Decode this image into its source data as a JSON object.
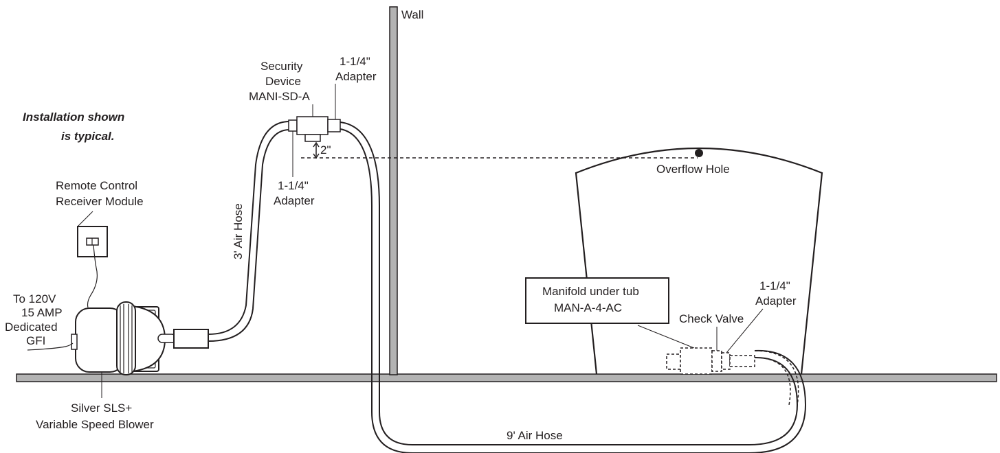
{
  "note": {
    "line1": "Installation shown",
    "line2": "is typical."
  },
  "labels": {
    "wall": "Wall",
    "security_device": [
      "Security",
      "Device",
      "MANI-SD-A"
    ],
    "adapter_top": [
      "1-1/4\"",
      "Adapter"
    ],
    "adapter_lower": [
      "1-1/4\"",
      "Adapter"
    ],
    "adapter_right": [
      "1-1/4\"",
      "Adapter"
    ],
    "gap": "2\"",
    "overflow_hole": "Overflow Hole",
    "remote_control": [
      "Remote Control",
      "Receiver Module"
    ],
    "air_hose_3ft": "3' Air Hose",
    "air_hose_9ft": "9' Air Hose",
    "power": [
      "To 120V",
      "15 AMP",
      "Dedicated",
      "GFI"
    ],
    "blower": [
      "Silver SLS+",
      "Variable Speed Blower"
    ],
    "manifold": [
      "Manifold under tub",
      "MAN-A-4-AC"
    ],
    "check_valve": "Check Valve"
  },
  "colors": {
    "line": "#231f20",
    "floor": "#b3b3b3",
    "fill": "#ffffff"
  }
}
